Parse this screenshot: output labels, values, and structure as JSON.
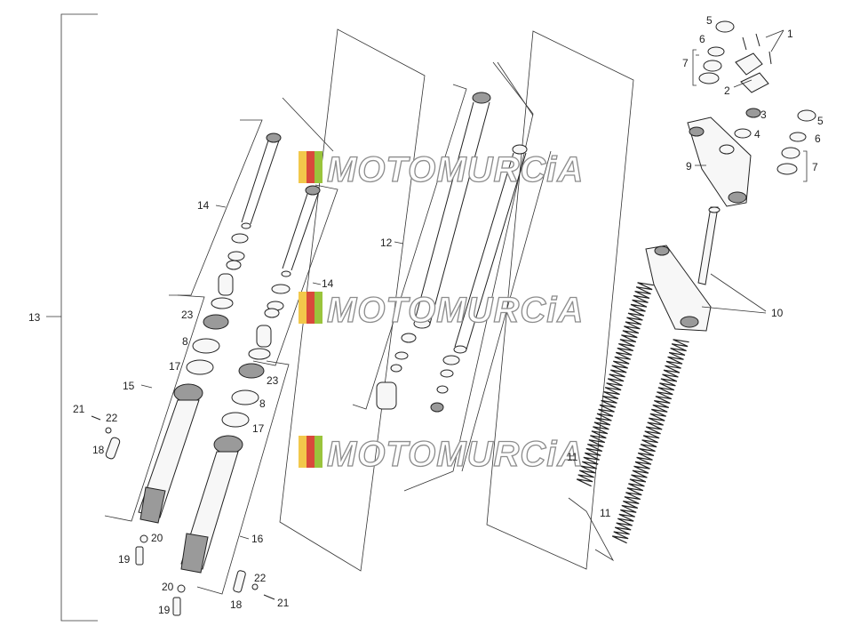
{
  "watermark": "MOTOMURCiA",
  "colors": {
    "line": "#222222",
    "watermark_outline": "#8c8c8c",
    "stripe_yellow": "#f2c84b",
    "stripe_red": "#d9493b",
    "stripe_green": "#9ac43c"
  },
  "labels": {
    "l1": "1",
    "l2": "2",
    "l3": "3",
    "l4": "4",
    "l5a": "5",
    "l5b": "5",
    "l6a": "6",
    "l6b": "6",
    "l7a": "7",
    "l7b": "7",
    "l8a": "8",
    "l8b": "8",
    "l9": "9",
    "l10": "10",
    "l11a": "11",
    "l11b": "11",
    "l12": "12",
    "l13": "13",
    "l14a": "14",
    "l14b": "14",
    "l15": "15",
    "l16": "16",
    "l17a": "17",
    "l17b": "17",
    "l18a": "18",
    "l18b": "18",
    "l19a": "19",
    "l19b": "19",
    "l20a": "20",
    "l20b": "20",
    "l21a": "21",
    "l21b": "21",
    "l22a": "22",
    "l22b": "22",
    "l23a": "23",
    "l23b": "23"
  }
}
